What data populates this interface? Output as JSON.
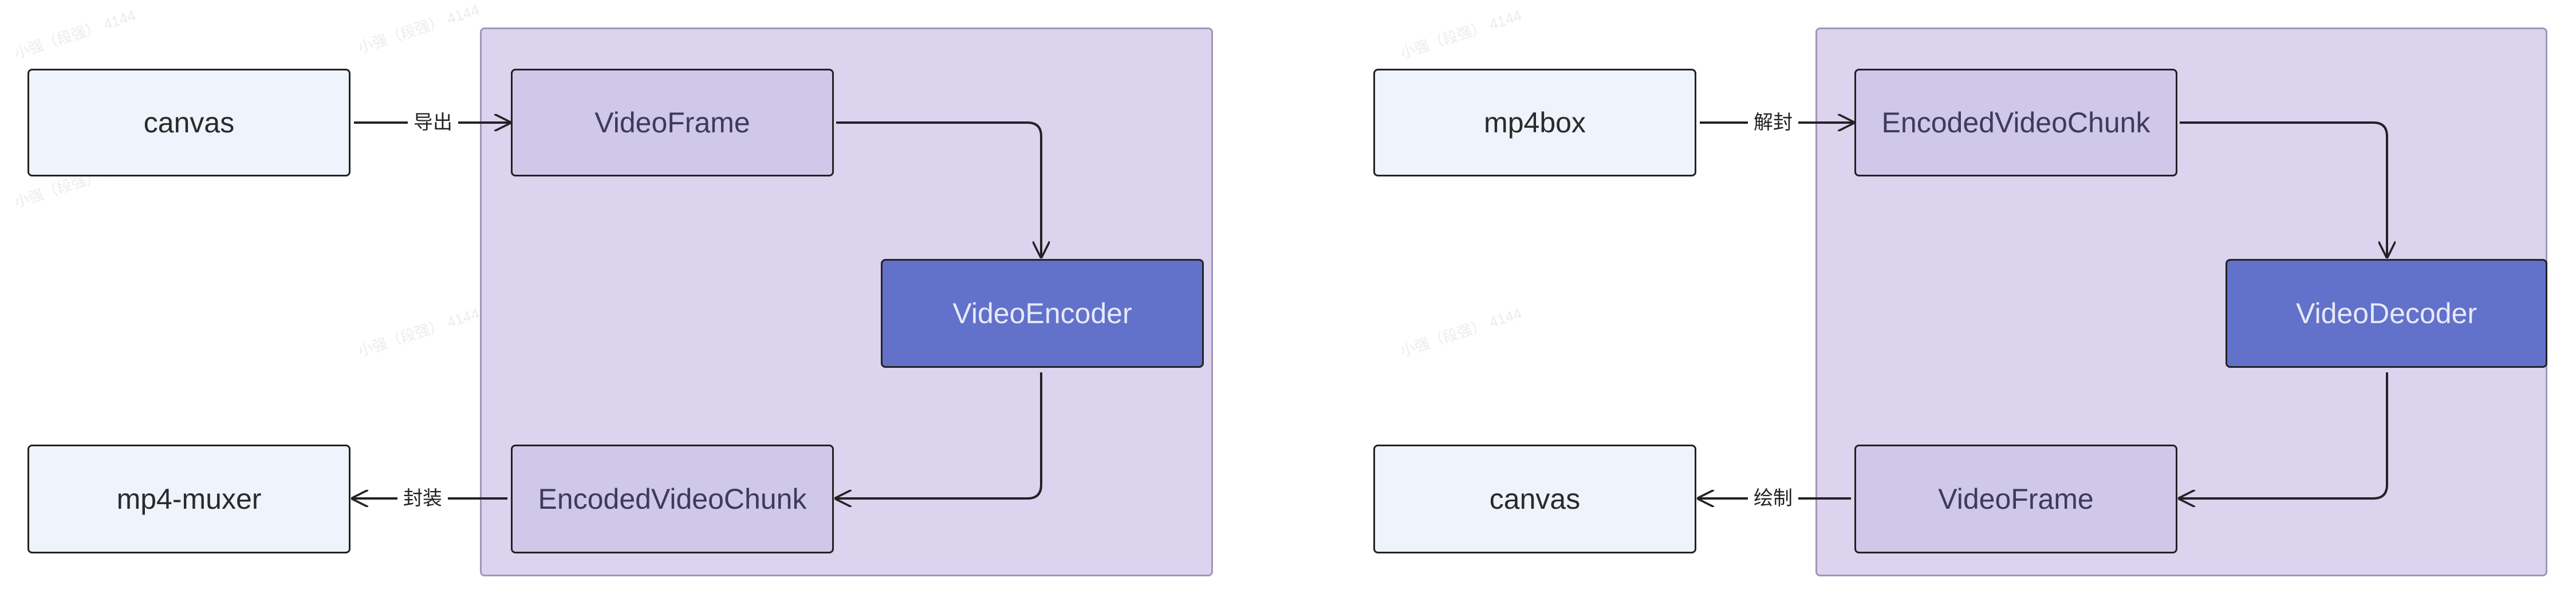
{
  "encode_diagram": {
    "nodes": {
      "source": "canvas",
      "frame": "VideoFrame",
      "processor": "VideoEncoder",
      "chunk": "EncodedVideoChunk",
      "sink": "mp4-muxer"
    },
    "edges": {
      "export": "导出",
      "mux": "封装"
    }
  },
  "decode_diagram": {
    "nodes": {
      "source": "mp4box",
      "chunk": "EncodedVideoChunk",
      "processor": "VideoDecoder",
      "frame": "VideoFrame",
      "sink": "canvas"
    },
    "edges": {
      "demux": "解封",
      "draw": "绘制"
    }
  },
  "watermark": [
    "小强（段强）",
    "4144"
  ],
  "colors": {
    "group_fill": "#dcd3ef",
    "external_node": "#eef3fc",
    "inner_node": "#cfc8e9",
    "processor_node": "#6271c9"
  }
}
